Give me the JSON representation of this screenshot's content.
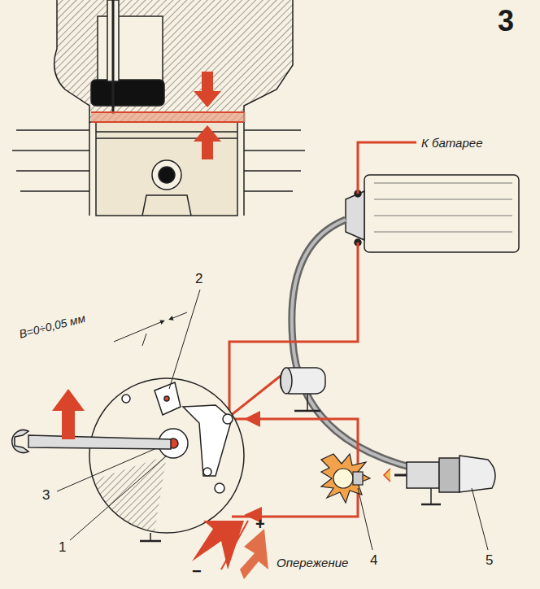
{
  "diagram": {
    "labels": [
      "3",
      "К батарее",
      "2",
      "В=0÷0,05 мм",
      "3",
      "1",
      "4",
      "5",
      "+",
      "−",
      "Опережение"
    ]
  }
}
